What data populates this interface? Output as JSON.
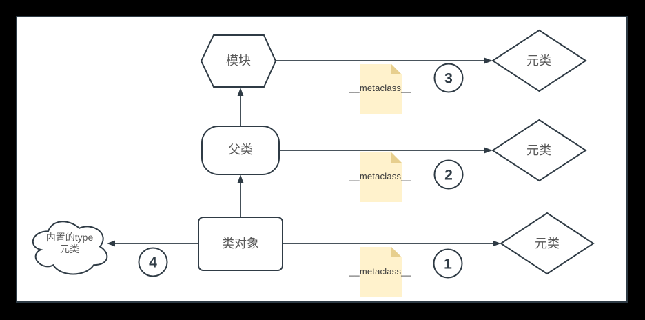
{
  "diagram_type": "flowchart",
  "colors": {
    "frame_background": "#000000",
    "canvas_background": "#ffffff",
    "shape_stroke": "#2f3b45",
    "shape_fill": "#ffffff",
    "label_text": "#595959",
    "note_fill": "#fff2cc",
    "note_fold": "#e7cf8e",
    "note_text": "#3b3b3b",
    "number_text": "#2f3b45"
  },
  "nodes": {
    "module": {
      "label": "模块",
      "shape": "hexagon"
    },
    "parent_class": {
      "label": "父类",
      "shape": "rounded-rectangle"
    },
    "class_object": {
      "label": "类对象",
      "shape": "rectangle"
    },
    "builtin_type_cloud": {
      "line1": "内置的type",
      "line2": "元类",
      "shape": "cloud"
    },
    "metaclass_top": {
      "label": "元类",
      "shape": "diamond"
    },
    "metaclass_middle": {
      "label": "元类",
      "shape": "diamond"
    },
    "metaclass_bottom": {
      "label": "元类",
      "shape": "diamond"
    }
  },
  "notes": {
    "top": "__metaclass__",
    "middle": "__metaclass__",
    "bottom": "__metaclass__"
  },
  "steps": {
    "one": "1",
    "two": "2",
    "three": "3",
    "four": "4"
  },
  "edges": [
    {
      "from": "module",
      "to": "metaclass_top",
      "step": "3",
      "note": "__metaclass__"
    },
    {
      "from": "parent_class",
      "to": "metaclass_middle",
      "step": "2",
      "note": "__metaclass__"
    },
    {
      "from": "class_object",
      "to": "metaclass_bottom",
      "step": "1",
      "note": "__metaclass__"
    },
    {
      "from": "class_object",
      "to": "builtin_type_cloud",
      "step": "4"
    },
    {
      "from": "class_object",
      "to": "parent_class"
    },
    {
      "from": "parent_class",
      "to": "module"
    }
  ]
}
